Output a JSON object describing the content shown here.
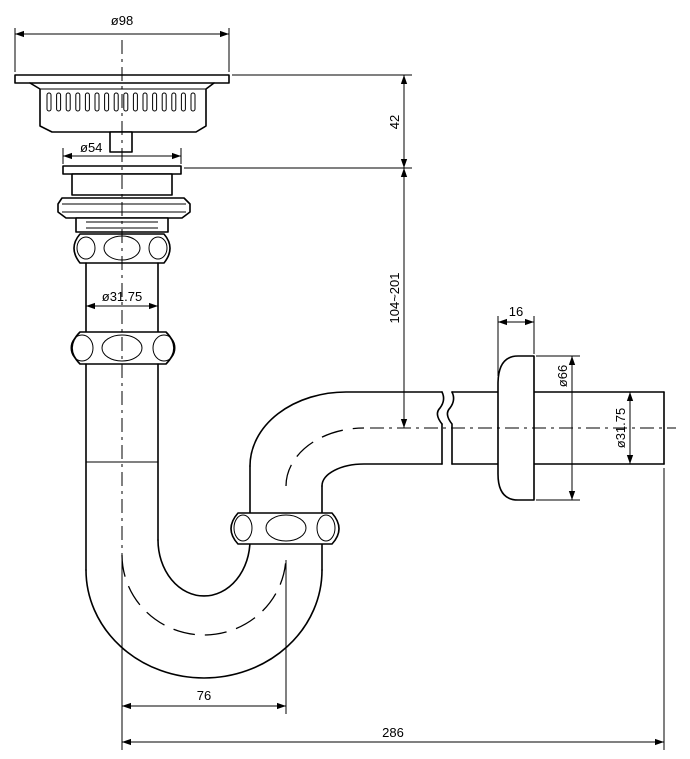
{
  "dimensions": {
    "strainer_diameter": "ø98",
    "strainer_height": "42",
    "flange_diameter": "ø54",
    "pipe_diameter_vertical": "ø31.75",
    "adjust_range": "104~201",
    "escutcheon_thickness": "16",
    "escutcheon_diameter": "ø66",
    "pipe_diameter_horizontal": "ø31.75",
    "trap_width": "76",
    "total_length": "286"
  }
}
